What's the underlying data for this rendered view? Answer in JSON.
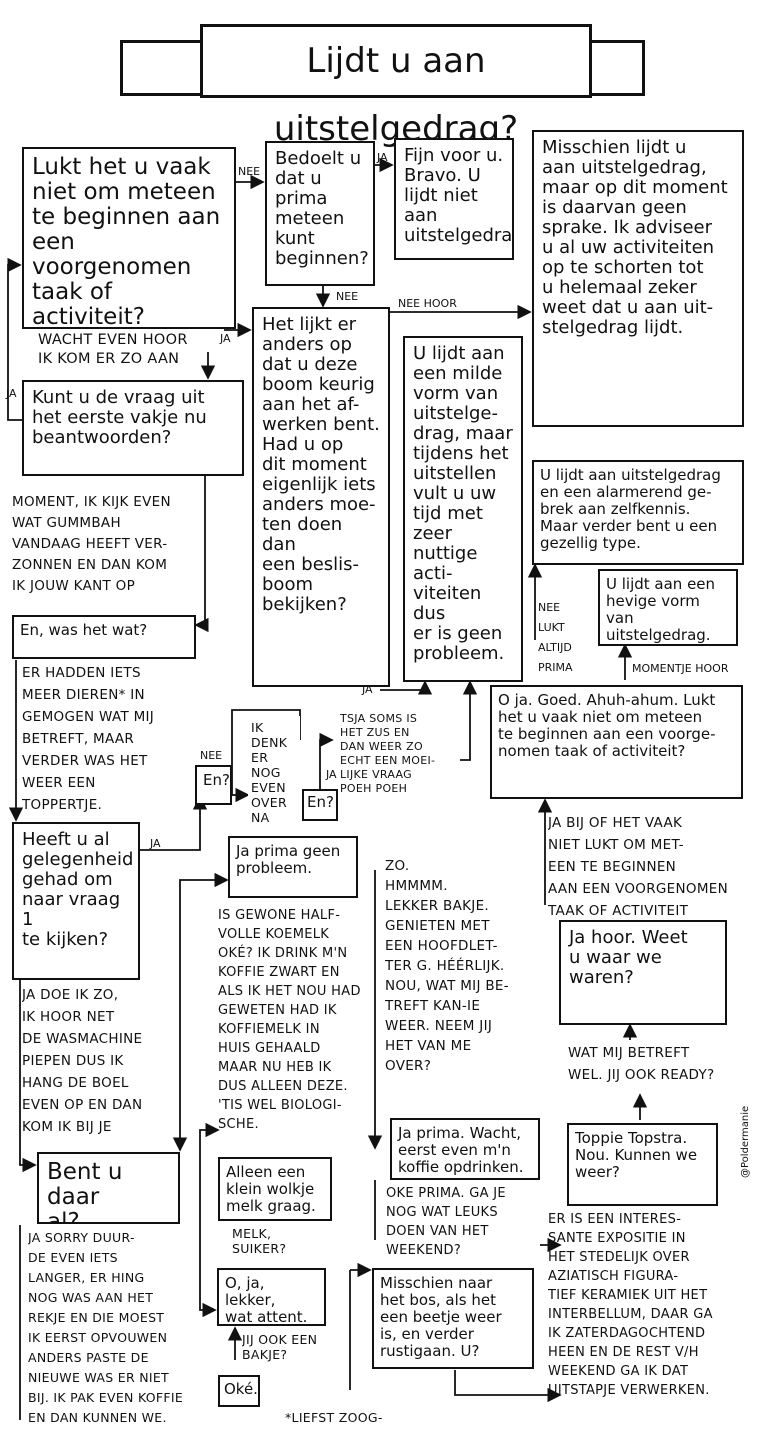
{
  "title": "Lijdt u aan uitstelgedrag?",
  "boxes": {
    "q1": "Lukt het u vaak\nniet om meteen\nte beginnen aan\neen voorgenomen\ntaak of activiteit?",
    "q_prima": "Bedoelt u\ndat u prima\nmeteen\nkunt\nbeginnen?",
    "fijn": "Fijn voor u.\nBravo. U\nlijdt niet aan\nuitstelgedrag.",
    "misschien": "Misschien lijdt u\naan uitstelgedrag,\nmaar op dit moment\nis daarvan geen\nsprake. Ik adviseer\nu al uw activiteiten\nop te schorten tot\nu helemaal zeker\nweet dat u aan uit-\nstelgedrag lijdt.",
    "kunt": "Kunt u de vraag uit\nhet eerste vakje nu\nbeantwoorden?",
    "boom": "Het lijkt er\nanders op\ndat u deze\nboom keurig\naan het af-\nwerken bent.\nHad u op\ndit moment\neigenlijk iets\nanders moe-\nten doen dan\neen beslis-\nboom bekijken?",
    "milde": "U lijdt aan\neen milde\nvorm van\nuitstelge-\ndrag, maar\ntijdens het\nuitstellen\nvult u uw\ntijd met zeer\nnuttige acti-\nviteiten dus\ner is geen\nprobleem.",
    "alarm": "U lijdt aan uitstelgedrag\nen een alarmerend ge-\nbrek aan zelfkennis.\nMaar verder bent u een\ngezellig type.",
    "hevige": "U lijdt aan een\nhevige vorm van\nuitstelgedrag.",
    "was_wat": "En, was het wat?",
    "en1": "En?",
    "denk": "Ik denk\ner nog\neven\nover\nna",
    "en2": "En?",
    "oja": "O ja. Goed. Ahuh-ahum. Lukt\nhet u vaak niet om meteen\nte beginnen aan een voorge-\nnomen taak of activiteit?",
    "heeft": "Heeft u al\ngelegenheid\ngehad om\nnaar vraag 1\nte kijken?",
    "japrima": "Ja prima geen\nprobleem.",
    "jahoor": "Ja hoor. Weet\nu waar we\nwaren?",
    "japrima2": "Ja prima. Wacht,\neerst even m'n\nkoffie opdrinken.",
    "toppie": "Toppie Topstra.\nNou. Kunnen we\nweer?",
    "bent": "Bent u daar\nal?",
    "alleen": "Alleen een\nklein wolkje\nmelk graag.",
    "oja2": "O, ja, lekker,\nwat attent.",
    "bos": "Misschien naar\nhet bos, als het\neen beetje weer\nis, en verder\nrustigaan. U?",
    "oke": "Oké."
  },
  "texts": {
    "wacht": "Wacht even hoor\nik kom er zo aan",
    "moment": "Moment, ik kijk even\nwat Gummbah\nvandaag heeft ver-\nzonnen en dan kom\nik jouw kant op",
    "dieren": "Er hadden iets\nmeer dieren* in\ngemogen wat mij\nbetreft, maar\nverder was het\nweer een\ntoppertje.",
    "tsja": "Tsja soms is\nhet zus en\ndan weer zo\necht een moei-\nlijke vraag\npoeh poeh",
    "jabij": "Ja bij of het vaak\nniet lukt om met-\neen te beginnen\naan een voorgenomen\ntaak of activiteit",
    "zo": "Zo.\nHmmmm.\nLekker bakje.\nGenieten met\neen hoofdlet-\nter G. Héérlijk.\nNou, wat mij be-\ntreft kan-ie\nweer. Neem jij\nhet van me\nover?",
    "halfvolle": "Is gewone half-\nvolle koemelk\noké? Ik drink m'n\nkoffie zwart en\nals ik het nou had\ngeweten had ik\nkoffiemelk in\nhuis gehaald\nmaar nu heb ik\ndus alleen deze.\n'Tis wel biologi-\nsche.",
    "wasmachine": "Ja doe ik zo,\nik hoor net\nde wasmachine\npiepen dus ik\nhang de boel\neven op en dan\nkom ik bij je",
    "watmij": "Wat mij betreft\nwel. Jij ook ready?",
    "okeprima": "Oke prima. Ga je\nnog wat leuks\ndoen van het\nweekend?",
    "melk": "Melk,\nsuiker?",
    "jijook": "Jij ook een\nbakje?",
    "sorry": "Ja sorry duur-\nde even iets\nlanger, er hing\nnog was aan het\nrekje en die moest\nik eerst opvouwen\nanders paste de\nnieuwe was er niet\nbij. Ik pak even koffie\nen dan kunnen we.",
    "expositie": "Er is een interes-\nsante expositie in\nhet Stedelijk over\nAziatisch figura-\ntief keramiek uit het\ninterbellum, daar ga\nik zaterdagochtend\nheen en de rest v/h\nweekend ga ik dat\nuitstapje verwerken.",
    "liefst": "*Liefst zoog-",
    "signature": "@Poldermanie"
  },
  "labels": {
    "nee1": "NEE",
    "ja1": "JA",
    "nee2": "NEE",
    "neehoor": "NEE HOOR",
    "ja2": "JA",
    "ja_left": "JA",
    "nee_altijd": "NEE\nLUKT\nALTIJD\nPRIMA",
    "momentje": "MOMENTJE HOOR",
    "ja3": "JA",
    "nee3": "NEE",
    "ja4": "JA",
    "ja5": "JA"
  }
}
